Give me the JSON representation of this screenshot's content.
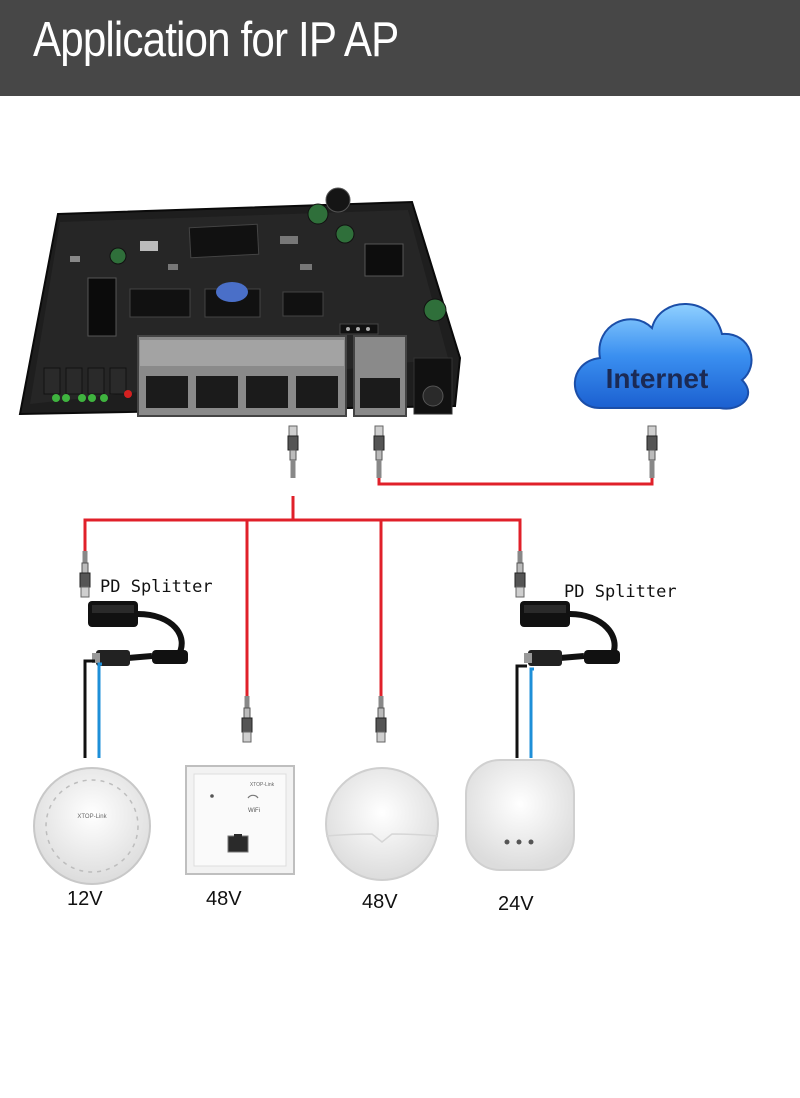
{
  "header": {
    "title": "Application for IP AP"
  },
  "cloud": {
    "label": "Internet"
  },
  "splitters": [
    {
      "label": "PD Splitter"
    },
    {
      "label": "PD Splitter"
    }
  ],
  "access_points": [
    {
      "voltage": "12V",
      "brand": "XTOP-Link"
    },
    {
      "voltage": "48V",
      "brand": "XTOP-Link",
      "wifi_label": "WiFi"
    },
    {
      "voltage": "48V"
    },
    {
      "voltage": "24V"
    }
  ],
  "colors": {
    "header_bg": "#474747",
    "poe_cable": "#e0202a",
    "dc_cable": "#1e8fd8",
    "cloud": "#2d7fe0"
  }
}
